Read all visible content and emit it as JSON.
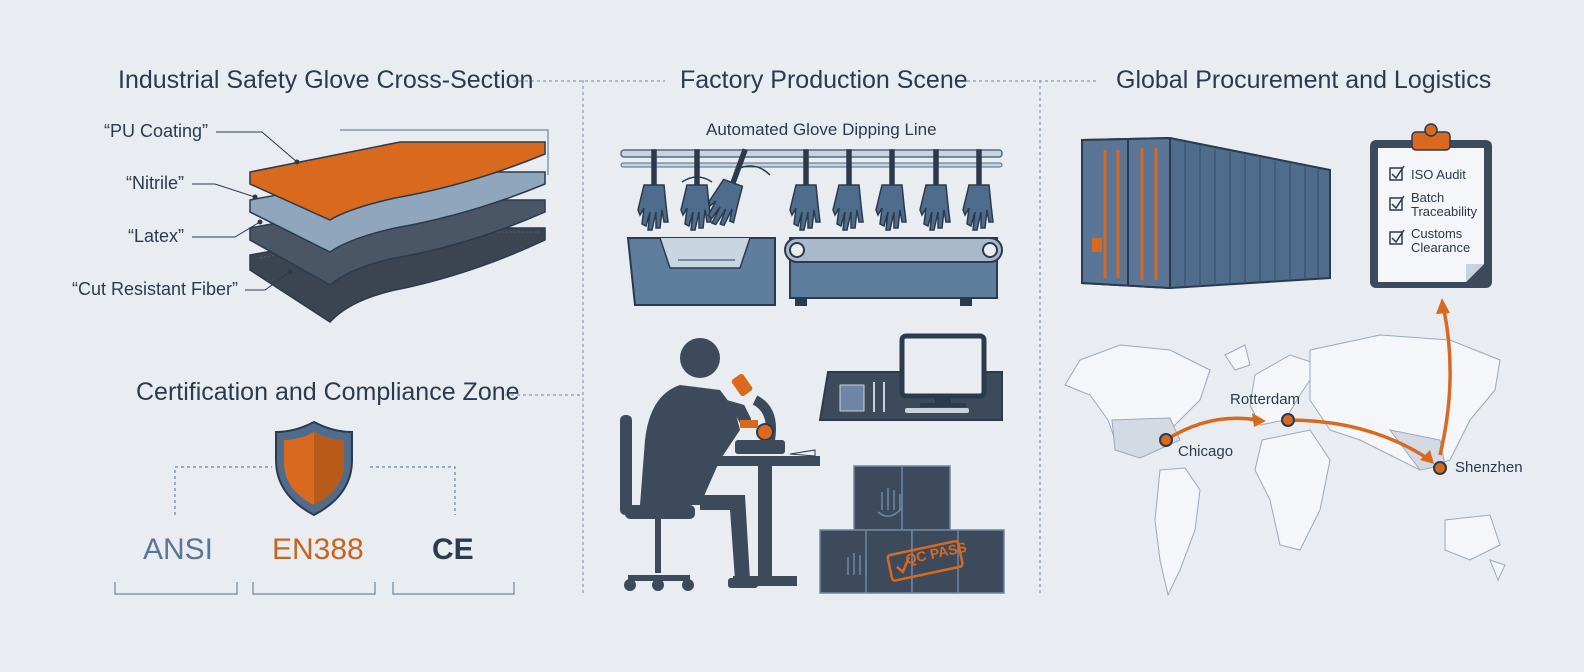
{
  "panels": {
    "cross_section": {
      "title": "Industrial Safety Glove Cross-Section",
      "layers": [
        {
          "label": "“PU Coating”"
        },
        {
          "label": "“Nitrile”"
        },
        {
          "label": "“Latex”"
        },
        {
          "label": "“Cut Resistant Fiber”"
        }
      ]
    },
    "certification": {
      "title": "Certification and Compliance Zone",
      "marks": [
        "ANSI",
        "EN388",
        "CE"
      ]
    },
    "factory": {
      "title": "Factory Production Scene",
      "line_label": "Automated Glove Dipping Line",
      "stamp_text": "QC PASS"
    },
    "logistics": {
      "title": "Global Procurement and Logistics",
      "checklist": [
        "ISO Audit",
        "Batch Traceability",
        "Customs Clearance"
      ],
      "checklist_lines": [
        [
          "ISO Audit"
        ],
        [
          "Batch",
          "Traceability"
        ],
        [
          "Customs",
          "Clearance"
        ]
      ],
      "cities": [
        "Chicago",
        "Rotterdam",
        "Shenzhen"
      ]
    }
  },
  "colors": {
    "background": "#e9edf2",
    "navy": "#2b3a4d",
    "slate": "#4f6c8c",
    "orange": "#d9691f",
    "ansi_blue": "#5a7596",
    "en388_orange": "#c8641e"
  }
}
